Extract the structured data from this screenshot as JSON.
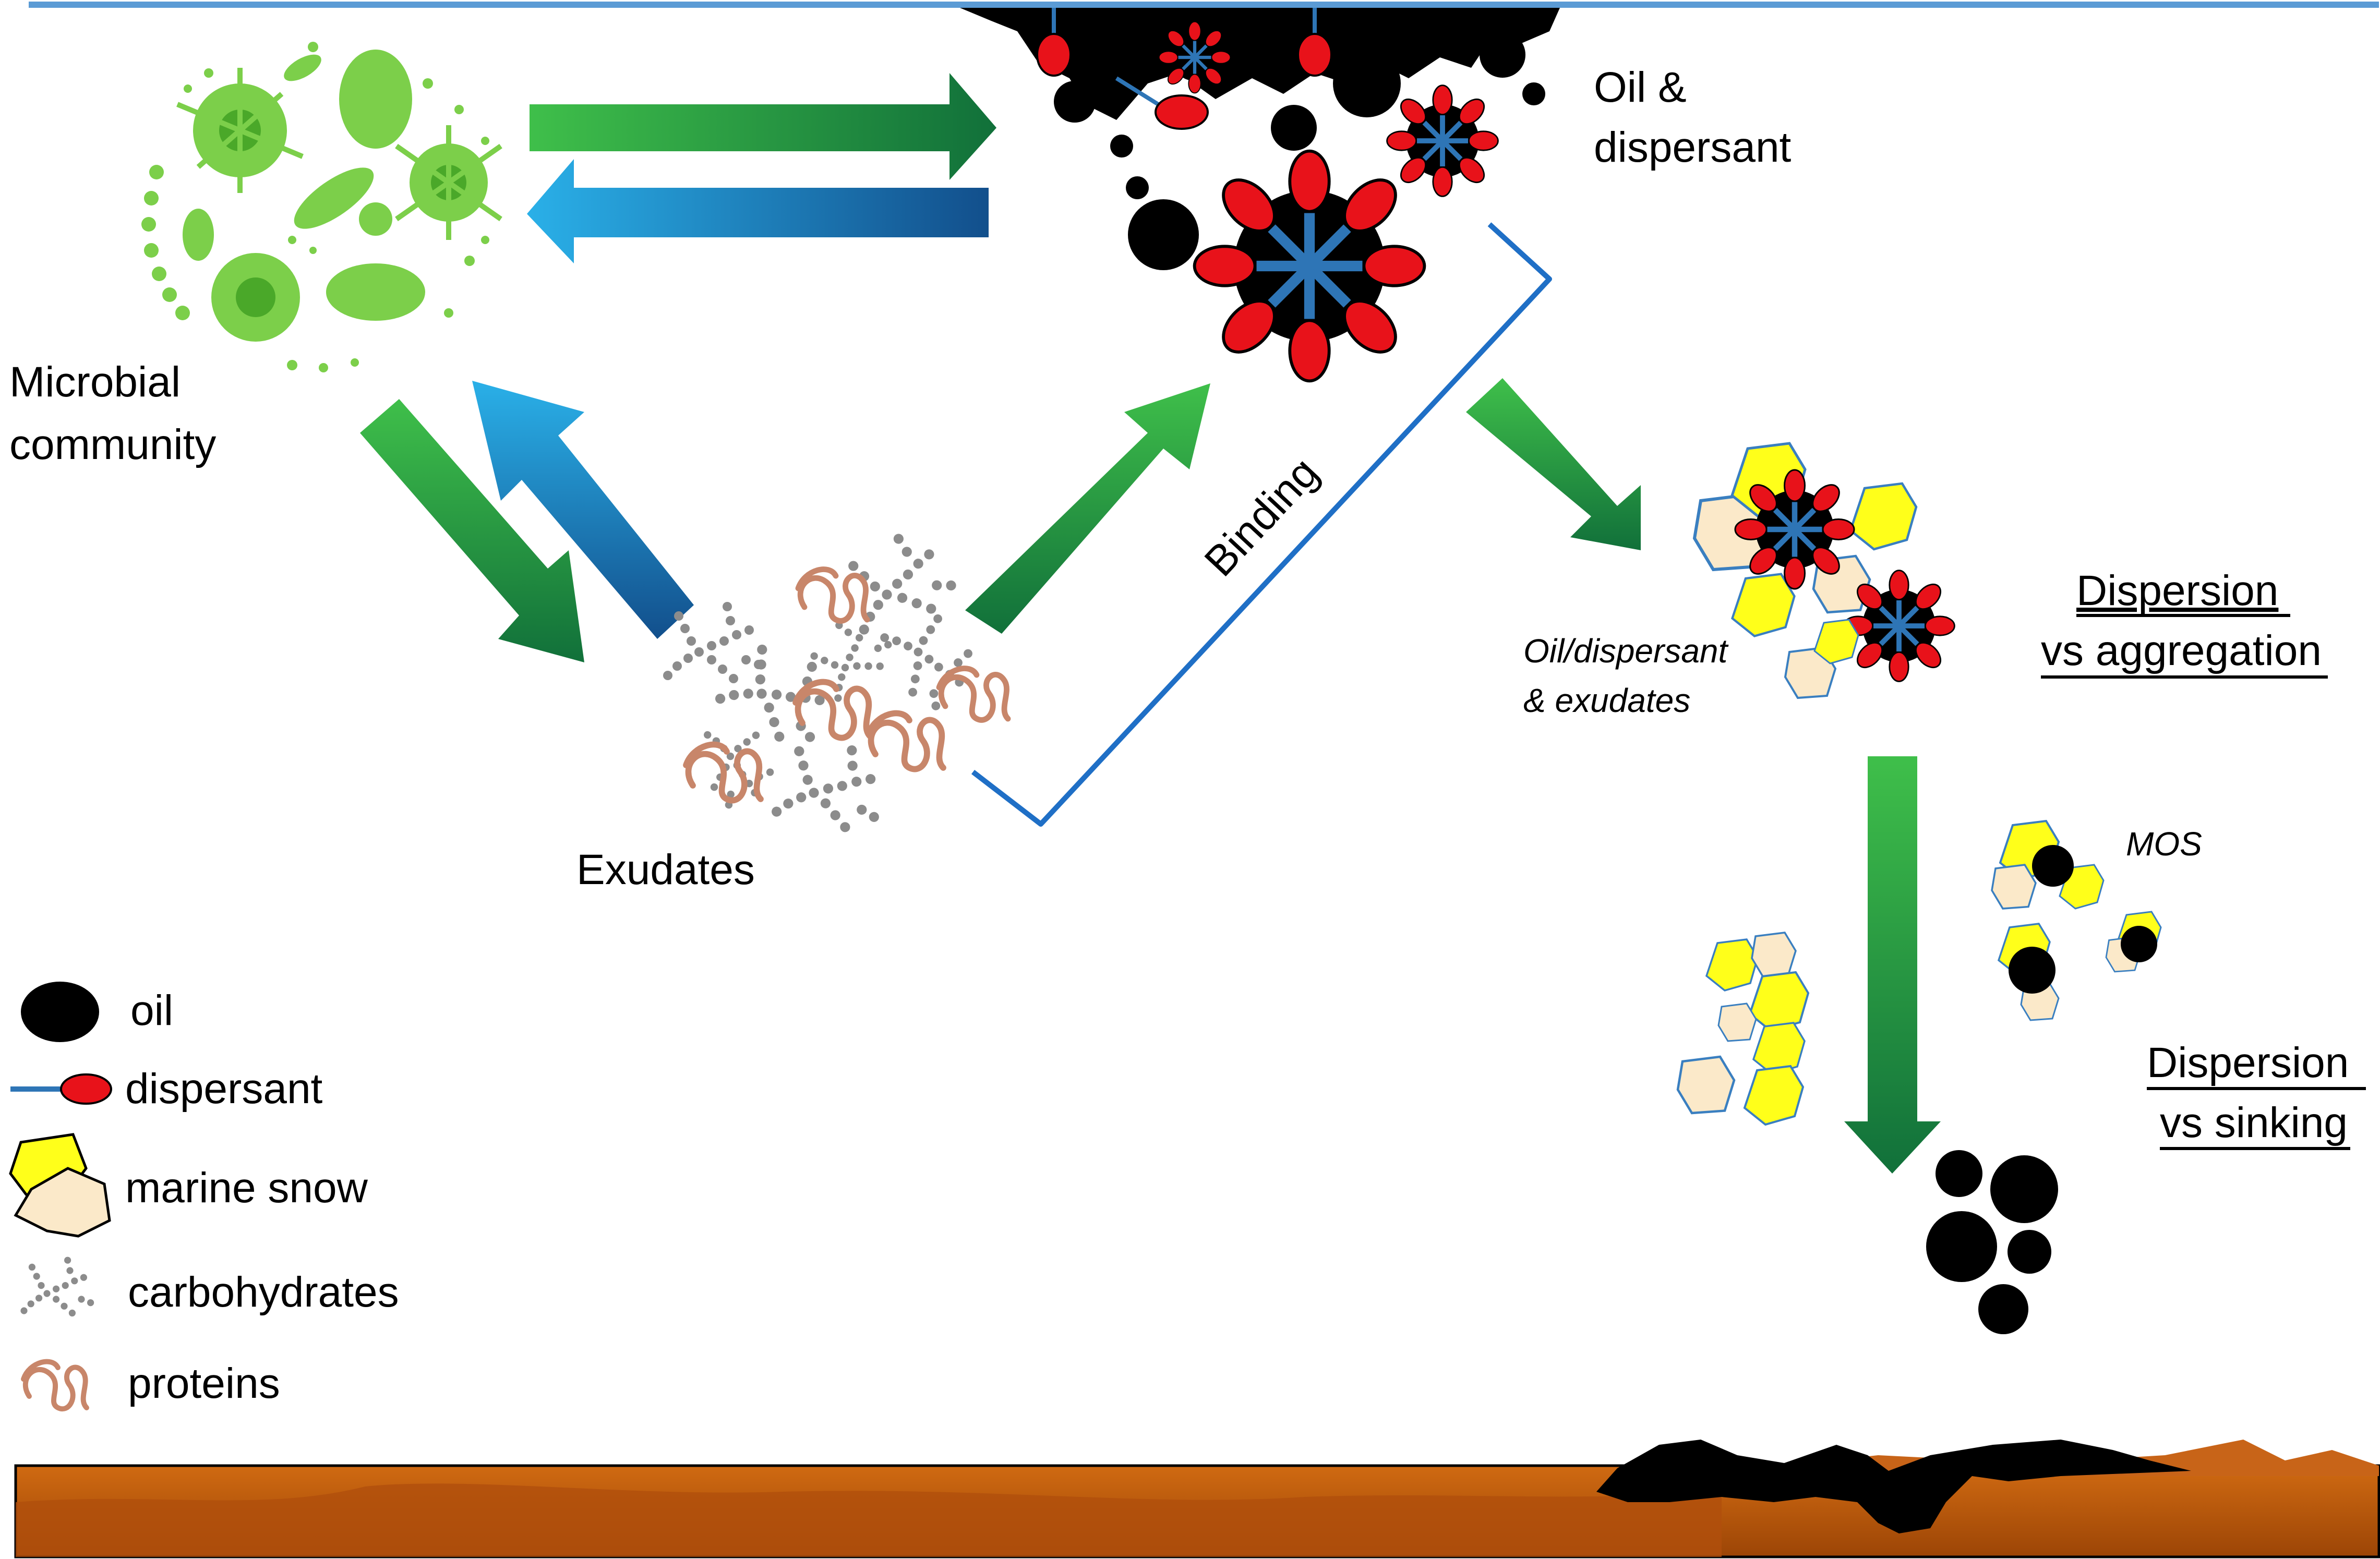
{
  "labels": {
    "oil_dispersant_line1": "Oil &",
    "oil_dispersant_line2": "dispersant",
    "microbial_line1": "Microbial",
    "microbial_line2": "community",
    "exudates": "Exudates",
    "binding": "Binding",
    "oil_disp_exudates_line1": "Oil/dispersant",
    "oil_disp_exudates_line2": "& exudates",
    "dispersion_aggregation_line1": "Dispersion",
    "dispersion_aggregation_line2": "vs aggregation",
    "mos": "MOS",
    "dispersion_sinking_line1": "Dispersion",
    "dispersion_sinking_line2": "vs sinking"
  },
  "legend": [
    {
      "icon": "oil-droplet-icon",
      "label": "oil"
    },
    {
      "icon": "dispersant-molecule-icon",
      "label": "dispersant"
    },
    {
      "icon": "marine-snow-icon",
      "label": "marine snow"
    },
    {
      "icon": "carbohydrates-icon",
      "label": "carbohydrates"
    },
    {
      "icon": "proteins-icon",
      "label": "proteins"
    }
  ],
  "colors": {
    "green_arrow_light": "#3fbf4a",
    "green_arrow_dark": "#11703a",
    "blue_arrow_light": "#2ab0e8",
    "blue_arrow_dark": "#124f8c",
    "water_surface": "#5b9bd5",
    "bracket": "#1f6fc6",
    "oil": "#000000",
    "dispersant_head": "#e8121a",
    "dispersant_tail": "#2e75b6",
    "marine_snow_yellow": "#ffff1a",
    "marine_snow_beige": "#fbe9c9",
    "sediment": "#b8560e",
    "microbes": "#66c83a",
    "carbohydrates": "#8c8c8c",
    "proteins": "#c8866a"
  }
}
